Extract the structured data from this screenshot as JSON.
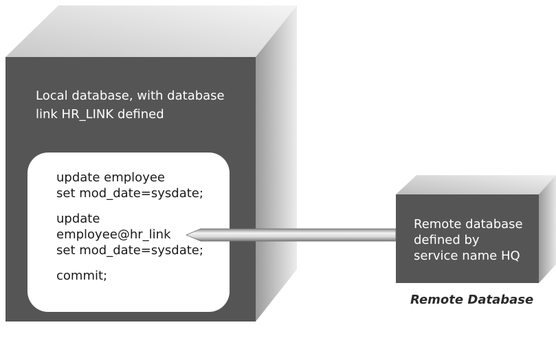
{
  "local_database": {
    "description_lines": [
      "Local database, with database",
      "link HR_LINK defined"
    ]
  },
  "sql_statements": {
    "lines": [
      "update employee",
      "set mod_date=sysdate;",
      "",
      "update",
      "employee@hr_link",
      "set mod_date=sysdate;",
      "",
      "commit;"
    ]
  },
  "remote_database": {
    "description_lines": [
      "Remote database",
      "defined by",
      "service name HQ"
    ],
    "caption": "Remote Database"
  },
  "colors": {
    "box_front": "#555555",
    "code_panel": "#ffffff",
    "connector": "#c8c8c8",
    "caption_text": "#2a2a2a"
  }
}
